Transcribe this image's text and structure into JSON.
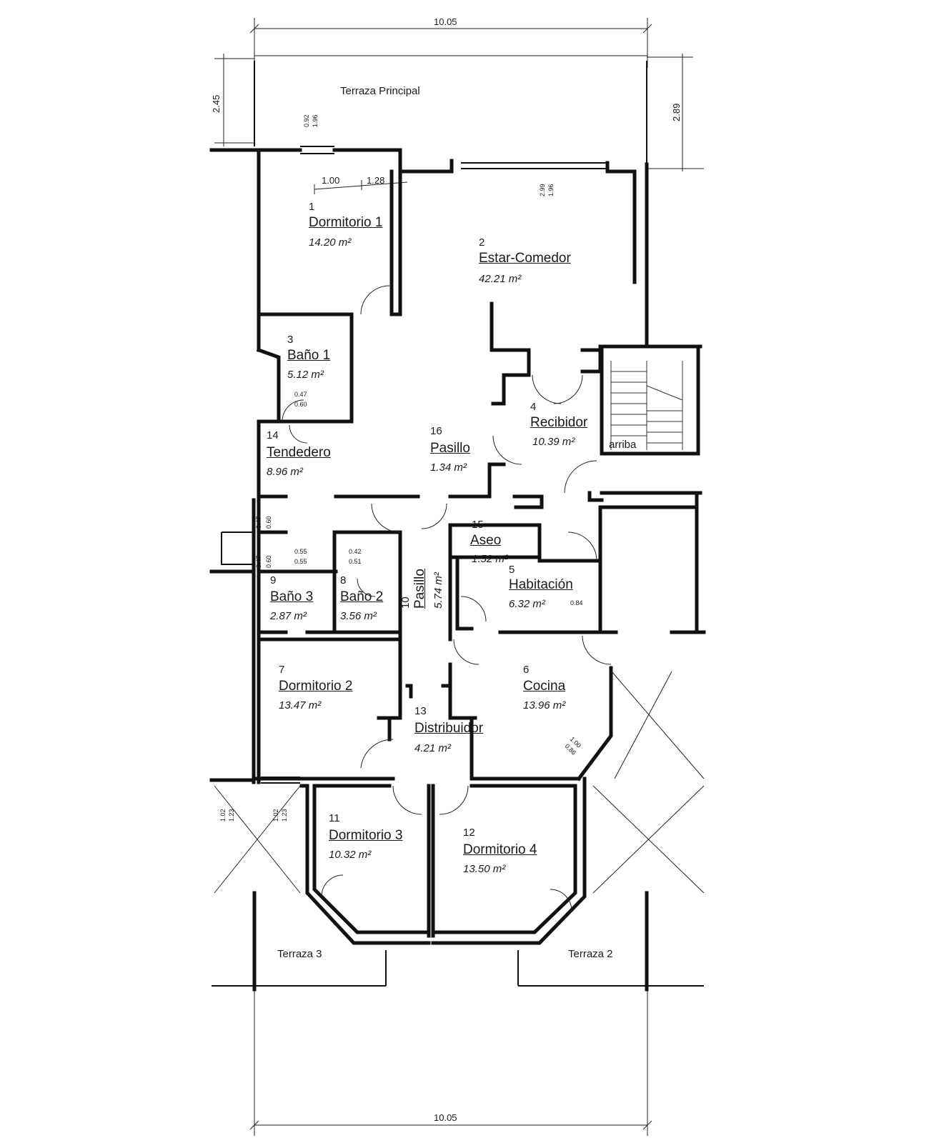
{
  "plan": {
    "dimensions": {
      "top_width": "10.05",
      "bottom_width": "10.05",
      "left_terrace_depth": "2.45",
      "right_terrace_depth": "2.89",
      "d_100": "1.00",
      "d_128": "1.28",
      "win1_a": "0.92",
      "win1_b": "1.96",
      "win2_a": "2.99",
      "win2_b": "1.96",
      "s_047a": "0.47",
      "s_060a": "0.60",
      "s_047b": "0.47",
      "s_060b": "0.60",
      "s_047c": "0.47",
      "s_060c": "0.60",
      "s_055a": "0.55",
      "s_055b": "0.55",
      "s_042": "0.42",
      "s_051": "0.51",
      "s_084": "0.84",
      "s_100": "1.00",
      "s_086": "0.86",
      "s_102a": "1.02",
      "s_123a": "1.23",
      "s_102b": "1.02",
      "s_123b": "1.23"
    },
    "terraces": {
      "principal": "Terraza Principal",
      "t2": "Terraza 2",
      "t3": "Terraza 3"
    },
    "stair_label": "arriba",
    "rooms": [
      {
        "num": "1",
        "name": "Dormitorio 1",
        "area": "14.20 m²"
      },
      {
        "num": "2",
        "name": "Estar-Comedor",
        "area": "42.21 m²"
      },
      {
        "num": "3",
        "name": "Baño 1",
        "area": "5.12 m²"
      },
      {
        "num": "4",
        "name": "Recibidor",
        "area": "10.39 m²"
      },
      {
        "num": "16",
        "name": "Pasillo",
        "area": "1.34 m²"
      },
      {
        "num": "14",
        "name": "Tendedero",
        "area": "8.96 m²"
      },
      {
        "num": "15",
        "name": "Aseo",
        "area": "1.52 m²"
      },
      {
        "num": "5",
        "name": "Habitación",
        "area": "6.32 m²"
      },
      {
        "num": "9",
        "name": "Baño 3",
        "area": "2.87 m²"
      },
      {
        "num": "8",
        "name": "Baño 2",
        "area": "3.56 m²"
      },
      {
        "num": "10",
        "name": "Pasillo",
        "area": "5.74 m²"
      },
      {
        "num": "7",
        "name": "Dormitorio 2",
        "area": "13.47 m²"
      },
      {
        "num": "6",
        "name": "Cocina",
        "area": "13.96 m²"
      },
      {
        "num": "13",
        "name": "Distribuidor",
        "area": "4.21 m²"
      },
      {
        "num": "11",
        "name": "Dormitorio 3",
        "area": "10.32 m²"
      },
      {
        "num": "12",
        "name": "Dormitorio 4",
        "area": "13.50 m²"
      }
    ]
  }
}
